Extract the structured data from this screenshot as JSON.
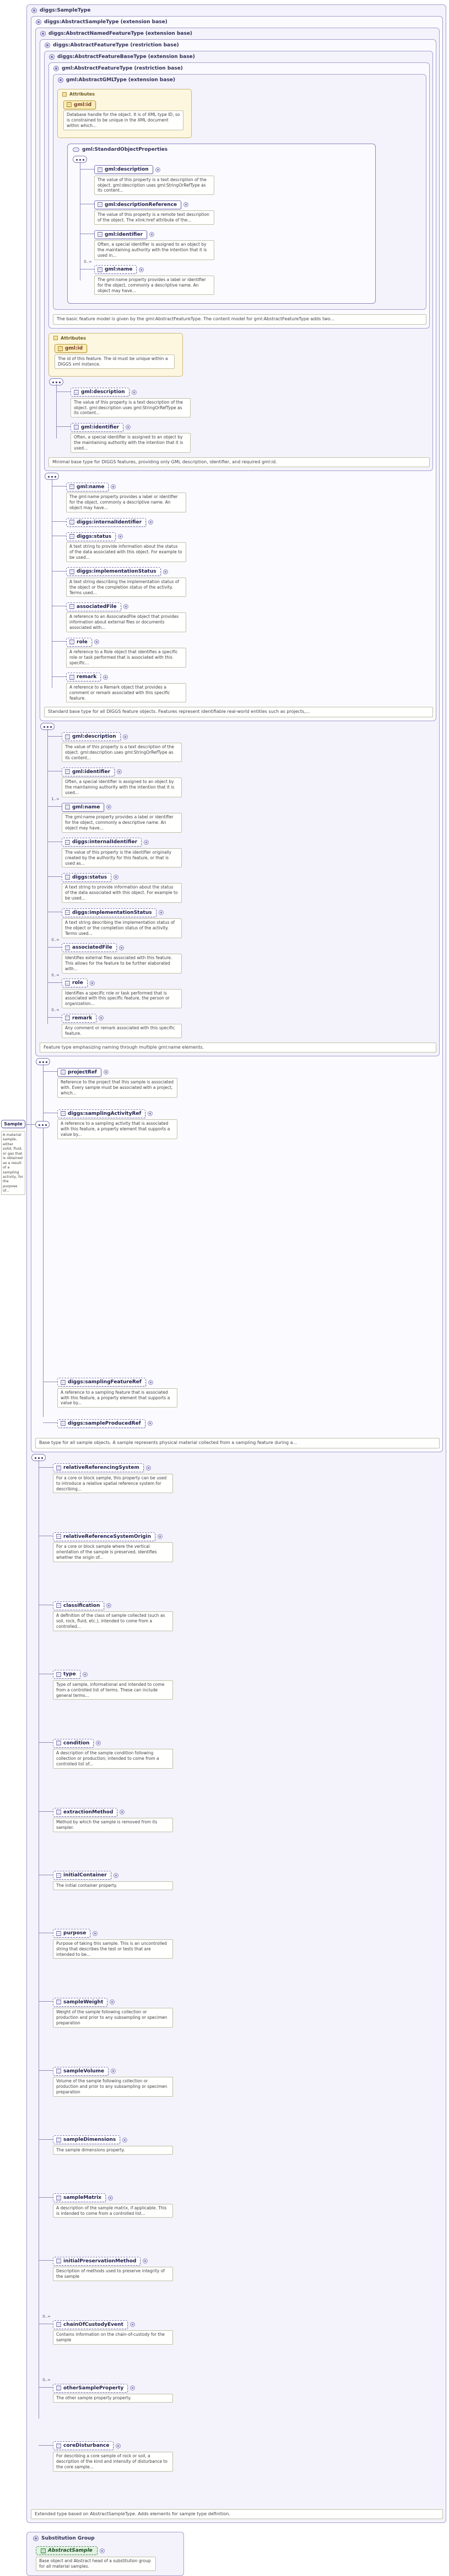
{
  "types": {
    "sample_type": {
      "title": "diggs:SampleType",
      "caption": "Extended type based on AbstractSampleType. Adds elements for sample type definition."
    },
    "abstract_sample_type": {
      "title": "diggs:AbstractSampleType (extension base)",
      "caption": "Base type for all sample objects. A sample represents physical material collected from a sampling feature during a..."
    },
    "abstract_named_feature_type": {
      "title": "diggs:AbstractNamedFeatureType (extension base)",
      "caption": "Feature type emphasizing naming through multiple gml:name elements."
    },
    "abstract_feature_type": {
      "title": "diggs:AbstractFeatureType (restriction base)",
      "caption": "Standard base type for all DIGGS feature objects. Features represent identifiable real-world entities such as projects,..."
    },
    "abstract_feature_base_type": {
      "title": "diggs:AbstractFeatureBaseType (extension base)",
      "caption": "Minimal base type for DIGGS features, providing only GML description, identifier, and required gml:id."
    },
    "gml_abstract_feature_type": {
      "title": "gml:AbstractFeatureType (restriction base)",
      "caption": "The basic feature model is given by the gml:AbstractFeatureType. The content model for gml:AbstractFeatureType adds two..."
    },
    "gml_abstract_gml_type": {
      "title": "gml:AbstractGMLType (extension base)"
    }
  },
  "gml_attributes": {
    "header": "Attributes",
    "items": [
      {
        "name": "gml:id",
        "attr": true,
        "doc": "Database handle for the object. It is of XML type ID, so is constrained to be unique in the XML document within which..."
      }
    ]
  },
  "standard_object_properties": {
    "title": "gml:StandardObjectProperties",
    "items": [
      {
        "name": "gml:description",
        "doc": "The value of this property is a text description of the object. gml:description uses gml:StringOrRefType as its content..."
      },
      {
        "name": "gml:descriptionReference",
        "doc": "The value of this property is a remote text description of the object. The xlink:href attribute of the..."
      },
      {
        "name": "gml:identifier",
        "doc": "Often, a special identifier is assigned to an object by the maintaining authority with the intention that it is used in..."
      },
      {
        "name": "gml:name",
        "card": "0..∞",
        "optional": true,
        "doc": "The gml:name property provides a label or identifier for the object, commonly a descriptive name. An object may have..."
      }
    ]
  },
  "feature_base": {
    "attributes": {
      "header": "Attributes",
      "items": [
        {
          "name": "gml:id",
          "attr": true,
          "doc": "The id of this feature. The id must be unique within a DIGGS xml instance."
        }
      ]
    },
    "items": [
      {
        "name": "gml:description",
        "optional": true,
        "doc": "The value of this property is a text description of the object. gml:description uses gml:StringOrRefType as its content..."
      },
      {
        "name": "gml:identifier",
        "optional": true,
        "doc": "Often, a special identifier is assigned to an object by the maintaining authority with the intention that it is used..."
      }
    ]
  },
  "feature": {
    "items": [
      {
        "name": "gml:name",
        "optional": true,
        "doc": "The gml:name property provides a label or identifier for the object, commonly a descriptive name. An object may have..."
      },
      {
        "name": "diggs:internalIdentifier",
        "optional": true
      },
      {
        "name": "diggs:status",
        "optional": true,
        "doc": "A text string to provide information about the status of the data associated with this object. For example to be used..."
      },
      {
        "name": "diggs:implementationStatus",
        "optional": true,
        "doc": "A text string describing the implementation status of the object or the completion status of the activity. Terms used..."
      },
      {
        "name": "associatedFile",
        "optional": true,
        "doc": "A reference to an AssociatedFile object that provides information about external files or documents associated with..."
      },
      {
        "name": "role",
        "optional": true,
        "doc": "A reference to a Role object that identifies a specific role or task performed that is associated with this specific..."
      },
      {
        "name": "remark",
        "optional": true,
        "doc": "A reference to a Remark object that provides a comment or remark associated with this specific feature."
      }
    ]
  },
  "named_feature": {
    "items": [
      {
        "name": "gml:description",
        "optional": true,
        "doc": "The value of this property is a text description of the object. gml:description uses gml:StringOrRefType as its content..."
      },
      {
        "name": "gml:identifier",
        "optional": true,
        "doc": "Often, a special identifier is assigned to an object by the maintaining authority with the intention that it is used..."
      },
      {
        "name": "gml:name",
        "card": "1..∞",
        "doc": "The gml:name property provides a label or identifier for the object, commonly a descriptive name. An object may have..."
      },
      {
        "name": "diggs:internalIdentifier",
        "optional": true,
        "doc": "The value of this property is the identifier originally created by the authority for this feature, or that is used as..."
      },
      {
        "name": "diggs:status",
        "optional": true,
        "doc": "A text string to provide information about the status of the data associated with this object. For example to be used..."
      },
      {
        "name": "diggs:implementationStatus",
        "optional": true,
        "doc": "A text string describing the implementation status of the object or the completion status of the activity. Terms used..."
      },
      {
        "name": "associatedFile",
        "card": "0..∞",
        "optional": true,
        "doc": "Identifies external files associated with this feature. This allows for the feature to be further elaborated with..."
      },
      {
        "name": "role",
        "card": "0..∞",
        "optional": true,
        "doc": "Identifies a specific role or task performed that is associated with this specific feature, the person or organization..."
      },
      {
        "name": "remark",
        "card": "0..∞",
        "optional": true,
        "doc": "Any comment or remark associated with this specific feature."
      }
    ]
  },
  "sample_refs": {
    "items": [
      {
        "name": "projectRef",
        "doc": "Reference to the project that this sample is associated with. Every sample must be associated with a project, which..."
      },
      {
        "name": "diggs:samplingActivityRef",
        "optional": true,
        "doc": "A reference to a sampling activity that is associated with this feature, a property element that supports a value by..."
      },
      {
        "name": "diggs:samplingFeatureRef",
        "optional": true,
        "doc": "A reference to a sampling feature that is associated with this feature, a property element that supports a value by..."
      },
      {
        "name": "diggs:sampleProducedRef",
        "optional": true
      }
    ]
  },
  "sample": {
    "items": [
      {
        "name": "relativeReferencingSystem",
        "optional": true,
        "doc": "For a core or block sample, this property can be used to introduce a relative spatial reference system for describing..."
      },
      {
        "name": "relativeReferenceSystemOrigin",
        "optional": true,
        "doc": "For a core or block sample where the vertical orientation of the sample is preserved, identifies whether the origin of..."
      },
      {
        "name": "classification",
        "optional": true,
        "doc": "A definition of the class of sample collected (such as soil, rock, fluid, etc.), intended to come from a controlled..."
      },
      {
        "name": "type",
        "optional": true,
        "doc": "Type of sample, informational and intended to come from a controlled list of terms. These can include general terms..."
      },
      {
        "name": "condition",
        "optional": true,
        "doc": "A description of the sample condition following collection or production; intended to come from a controlled list of..."
      },
      {
        "name": "extractionMethod",
        "optional": true,
        "doc": "Method by which the sample is removed from its sampler."
      },
      {
        "name": "initialContainer",
        "optional": true,
        "doc": "The initial container property."
      },
      {
        "name": "purpose",
        "optional": true,
        "doc": "Purpose of taking this sample. This is an uncontrolled string that describes the test or tests that are intended to be..."
      },
      {
        "name": "sampleWeight",
        "optional": true,
        "doc": "Weight of the sample following collection or production and prior to any subsampling or specimen preparation"
      },
      {
        "name": "sampleVolume",
        "optional": true,
        "doc": "Volume of the sample following collection or production and prior to any subsampling or specimen preparation"
      },
      {
        "name": "sampleDimensions",
        "optional": true,
        "doc": "The sample dimensions property."
      },
      {
        "name": "sampleMatrix",
        "optional": true,
        "doc": "A description of the sample matrix, if applicable. This is intended to come from a controlled list..."
      },
      {
        "name": "initialPreservationMethod",
        "optional": true,
        "doc": "Description of methods used to preserve integrity of the sample"
      },
      {
        "name": "chainOfCustodyEvent",
        "card": "0..∞",
        "optional": true,
        "doc": "Contains information on the chain-of-custody for the sample"
      },
      {
        "name": "otherSampleProperty",
        "card": "0..∞",
        "optional": true,
        "doc": "The other sample property property."
      },
      {
        "name": "coreDisturbance",
        "optional": true,
        "doc": "For describing a core sample of rock or soil, a description of the kind and intensity of disturbance to the core sample..."
      }
    ]
  },
  "sample_element": {
    "name": "Sample",
    "doc": "A material sample, either solid, fluid, or gas that is obtained as a result of a sampling activity, for the purpose of..."
  },
  "substitution_group": {
    "title": "Substitution Group",
    "item": {
      "name": "AbstractSample",
      "doc": "Base object and Abstract head of a substitution group for all material samples."
    }
  }
}
